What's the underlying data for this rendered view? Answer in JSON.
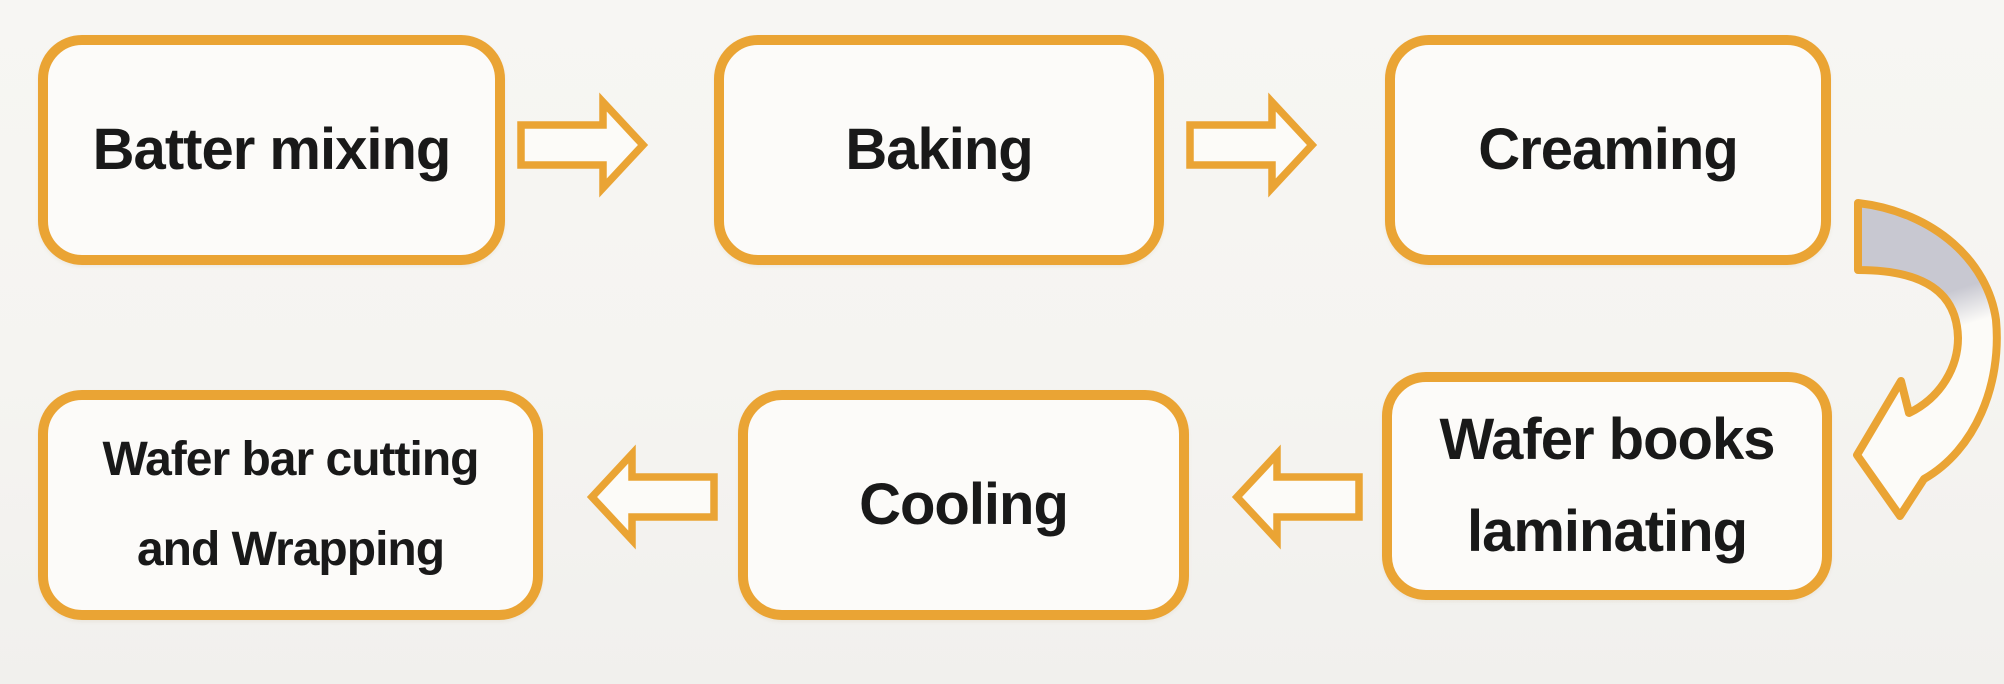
{
  "diagram": {
    "colors": {
      "accent_orange": "#EAA434",
      "box_fill": "#FCFBF9",
      "background": "#F5F4F1",
      "text": "#191919",
      "curved_arrow_gray": "#C8C8D1"
    },
    "steps": [
      {
        "label": "Batter mixing",
        "lines": [
          "Batter mixing"
        ]
      },
      {
        "label": "Baking",
        "lines": [
          "Baking"
        ]
      },
      {
        "label": "Creaming",
        "lines": [
          "Creaming"
        ]
      },
      {
        "label": "Wafer books laminating",
        "lines": [
          "Wafer books",
          "laminating"
        ]
      },
      {
        "label": "Cooling",
        "lines": [
          "Cooling"
        ]
      },
      {
        "label": "Wafer bar cutting and Wrapping",
        "lines": [
          "Wafer bar cutting",
          "and Wrapping"
        ]
      }
    ],
    "connectors": [
      {
        "icon": "block-arrow-right-icon",
        "from": "Batter mixing",
        "to": "Baking"
      },
      {
        "icon": "block-arrow-right-icon",
        "from": "Baking",
        "to": "Creaming"
      },
      {
        "icon": "curved-arrow-down-icon",
        "from": "Creaming",
        "to": "Wafer books laminating"
      },
      {
        "icon": "block-arrow-left-icon",
        "from": "Wafer books laminating",
        "to": "Cooling"
      },
      {
        "icon": "block-arrow-left-icon",
        "from": "Cooling",
        "to": "Wafer bar cutting and Wrapping"
      }
    ]
  }
}
